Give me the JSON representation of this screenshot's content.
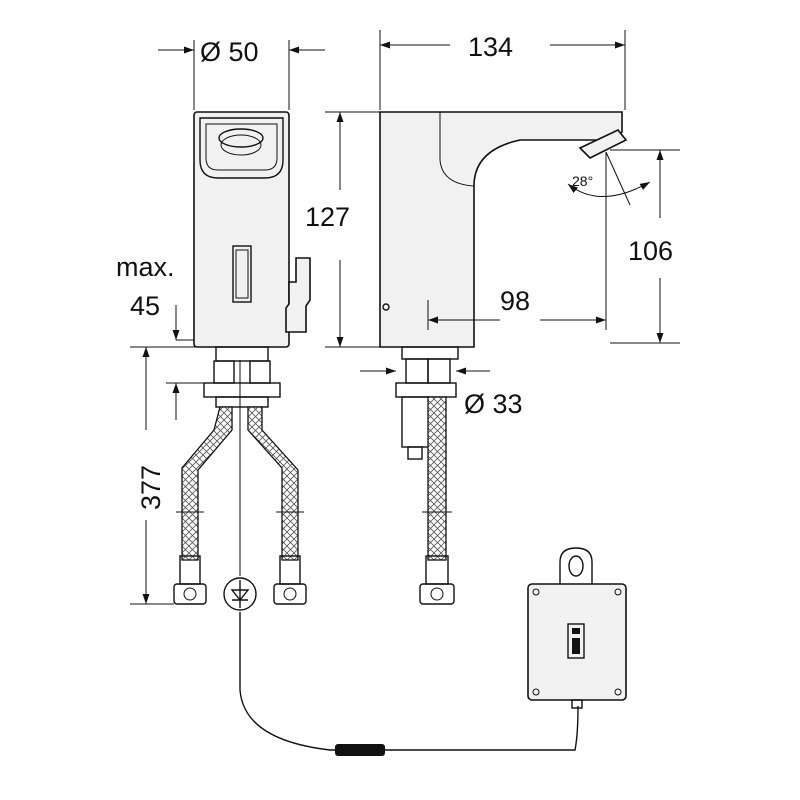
{
  "dimensions": {
    "diameter_top": "Ø 50",
    "width_total": "134",
    "height_body": "127",
    "max_label": "max.",
    "max_value": "45",
    "spout_height": "106",
    "spout_reach": "98",
    "angle": "28°",
    "diameter_base": "Ø 33",
    "hose_length": "377"
  },
  "colors": {
    "line": "#111111",
    "body_fill": "#f1f1f1",
    "cable_marker": "#111111"
  },
  "icons": {
    "diode": "diode-symbol-icon",
    "hook": "mounting-hook-icon",
    "box_logo": "brand-mark-icon"
  }
}
